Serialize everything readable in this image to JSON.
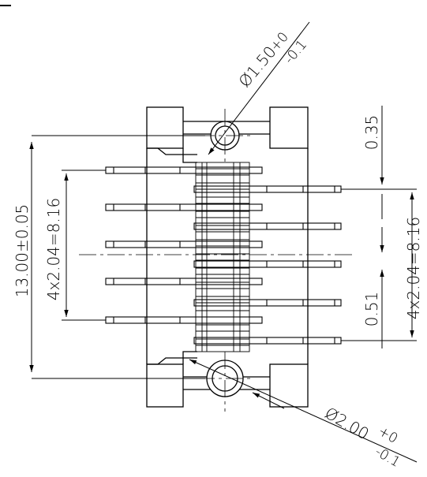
{
  "drawing": {
    "dimensions": {
      "top_hole_dia": "Ø1.50",
      "top_hole_tol_upper": "+0",
      "top_hole_tol_lower": "-0.1",
      "bottom_hole_dia": "Ø2.00",
      "bottom_hole_tol_upper": "+0",
      "bottom_hole_tol_lower": "-0.1",
      "overall_height": "13.00±0.05",
      "left_pitch": "4x2.04=8.16",
      "right_pitch": "4x2.04=8.16",
      "top_offset": "0.35",
      "lower_offset": "0.51"
    }
  }
}
